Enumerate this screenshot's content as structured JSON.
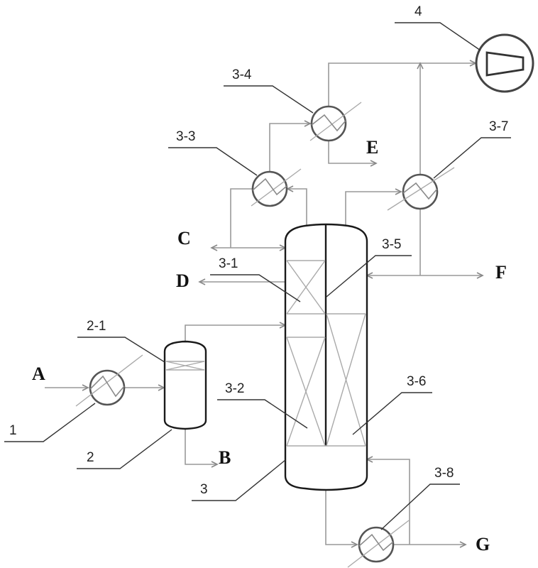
{
  "diagram": {
    "type": "process-flow-diagram",
    "equipment_labels": {
      "heater_1": "1",
      "separator_2": "2",
      "demister_2_1": "2-1",
      "column_3": "3",
      "packing_3_1": "3-1",
      "packing_3_2": "3-2",
      "condenser_3_3": "3-3",
      "condenser_3_4": "3-4",
      "partition_3_5": "3-5",
      "packing_3_6": "3-6",
      "condenser_3_7": "3-7",
      "reboiler_3_8": "3-8",
      "compressor_4": "4"
    },
    "streams": {
      "A": "A",
      "B": "B",
      "C": "C",
      "D": "D",
      "E": "E",
      "F": "F",
      "G": "G"
    },
    "connections": [
      {
        "from": "A",
        "to": "1"
      },
      {
        "from": "1",
        "to": "2"
      },
      {
        "from": "2",
        "to": "B"
      },
      {
        "from": "2",
        "to": "3"
      },
      {
        "from": "3",
        "to": "3-3"
      },
      {
        "from": "3-3",
        "to": "3-4"
      },
      {
        "from": "3-3",
        "to": "C"
      },
      {
        "from": "3-3",
        "to": "3"
      },
      {
        "from": "3",
        "to": "D"
      },
      {
        "from": "3-4",
        "to": "E"
      },
      {
        "from": "3-4",
        "to": "4"
      },
      {
        "from": "3",
        "to": "3-7"
      },
      {
        "from": "3-7",
        "to": "4"
      },
      {
        "from": "3-7",
        "to": "F"
      },
      {
        "from": "3-7",
        "to": "3"
      },
      {
        "from": "3",
        "to": "3-8"
      },
      {
        "from": "3-8",
        "to": "G"
      },
      {
        "from": "3-8",
        "to": "3"
      }
    ]
  }
}
